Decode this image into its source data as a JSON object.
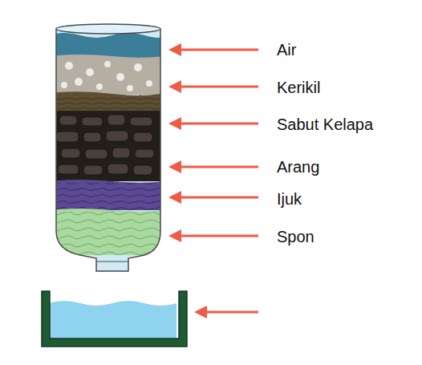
{
  "diagram": {
    "labels": [
      "Air",
      "Kerikil",
      "Sabut Kelapa",
      "Arang",
      "Ijuk",
      "Spon"
    ]
  }
}
